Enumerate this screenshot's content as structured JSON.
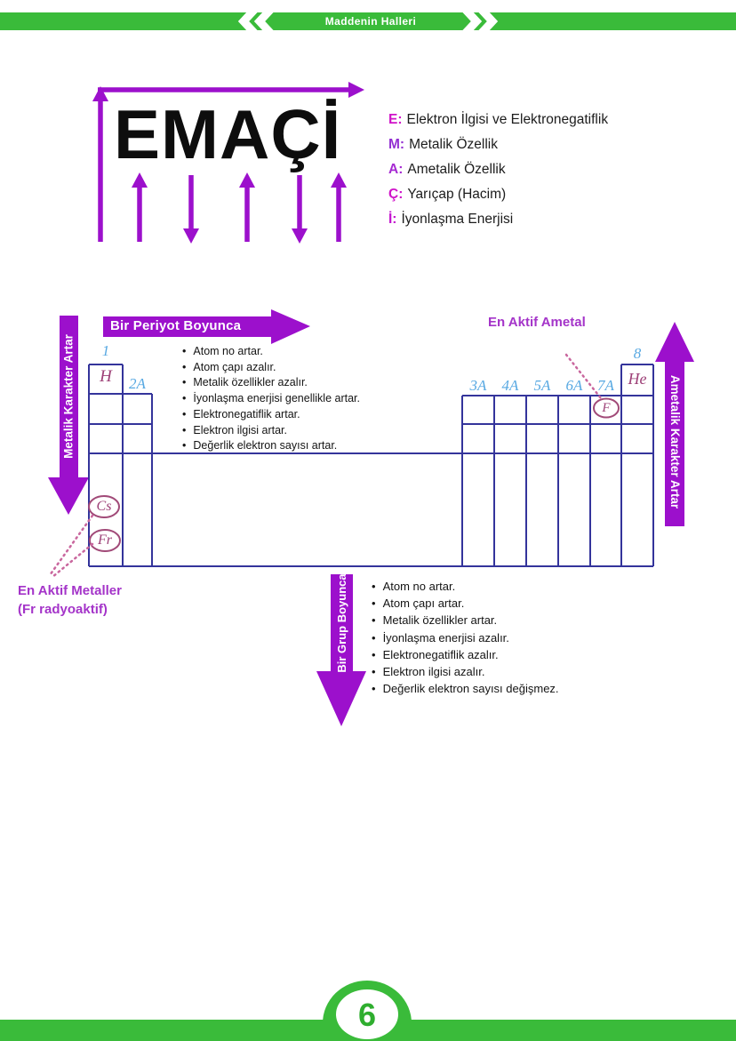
{
  "header": {
    "title": "Maddenin Halleri"
  },
  "mnemonic": {
    "word": "EMAÇİ",
    "legend": [
      {
        "letter": "E:",
        "text": "Elektron İlgisi ve Elektronegatiflik",
        "color": "#d013c9"
      },
      {
        "letter": "M:",
        "text": "Metalik Özellik",
        "color": "#9330d2"
      },
      {
        "letter": "A:",
        "text": "Ametalik Özellik",
        "color": "#a62ad2"
      },
      {
        "letter": "Ç:",
        "text": "Yarıçap (Hacim)",
        "color": "#d013c9"
      },
      {
        "letter": "İ:",
        "text": "İyonlaşma Enerjisi",
        "color": "#c414cf"
      }
    ]
  },
  "period_section": {
    "banner_label": "Bir Periyot Boyunca",
    "bullets": [
      "Atom no artar.",
      "Atom çapı azalır.",
      "Metalik özellikler azalır.",
      "İyonlaşma enerjisi genellikle artar.",
      "Elektronegatiflik artar.",
      "Elektron ilgisi artar.",
      "Değerlik elektron sayısı artar."
    ]
  },
  "group_section": {
    "banner_label": "Bir Grup Boyunca",
    "bullets": [
      "Atom no artar.",
      "Atom çapı artar.",
      "Metalik özellikler artar.",
      "İyonlaşma enerjisi azalır.",
      "Elektronegatiflik azalır.",
      "Elektron ilgisi azalır.",
      "Değerlik elektron sayısı değişmez."
    ]
  },
  "annotations": {
    "left_arrow": "Metalik Karakter Artar",
    "right_arrow": "Ametalik Karakter Artar",
    "most_active_nonmetal": "En Aktif Ametal",
    "most_active_metals_line1": "En Aktif Metaller",
    "most_active_metals_line2": "(Fr radyoaktif)"
  },
  "table": {
    "group_labels": {
      "g1": "1",
      "g2a": "2A",
      "g3a": "3A",
      "g4a": "4A",
      "g5a": "5A",
      "g6a": "6A",
      "g7a": "7A",
      "g8": "8"
    },
    "elements": {
      "h": "H",
      "he": "He",
      "cs": "Cs",
      "fr": "Fr",
      "f": "F"
    }
  },
  "footer": {
    "page_number": "6"
  },
  "colors": {
    "green": "#3abb3a",
    "purple_arrow": "#9c10cc",
    "purple_text": "#a434c9",
    "table_line": "#34349b",
    "blue_label": "#57a8e2",
    "element_plum": "#9d4077",
    "dotted_pink": "#c9679e",
    "page_number_green": "#2fae2f"
  }
}
